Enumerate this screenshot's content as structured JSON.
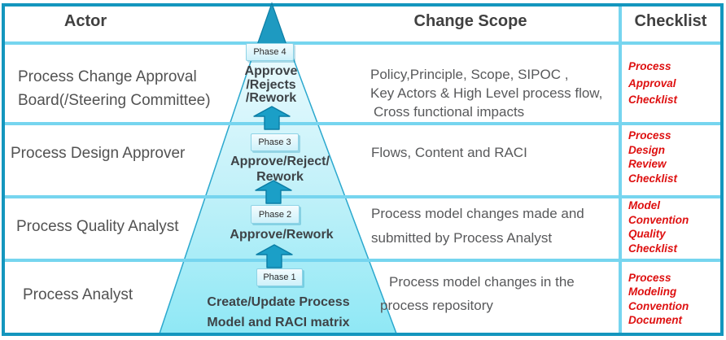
{
  "header": {
    "actor": "Actor",
    "change_scope": "Change Scope",
    "checklist": "Checklist"
  },
  "rows": [
    {
      "actor_lines": [
        "Process Change Approval",
        "Board(/Steering Committee)"
      ],
      "scope_lines": [
        "Policy,Principle,  Scope, SIPOC ,",
        "Key Actors & High Level process flow,",
        "Cross functional impacts"
      ],
      "checklist_lines": [
        "Process",
        "Approval",
        "Checklist"
      ]
    },
    {
      "actor_lines": [
        "Process Design Approver"
      ],
      "scope_lines": [
        "Flows, Content and RACI"
      ],
      "checklist_lines": [
        "Process",
        "Design",
        "Review",
        "Checklist"
      ]
    },
    {
      "actor_lines": [
        "Process Quality Analyst"
      ],
      "scope_lines": [
        "Process model changes made and",
        "submitted by Process Analyst"
      ],
      "checklist_lines": [
        "Model",
        "Convention",
        "Quality",
        "Checklist"
      ]
    },
    {
      "actor_lines": [
        "Process Analyst"
      ],
      "scope_lines": [
        "Process model changes in the",
        "process repository"
      ],
      "checklist_lines": [
        "Process",
        "Modeling",
        "Convention",
        "Document"
      ]
    }
  ],
  "pyramid": {
    "phases": [
      {
        "badge": "Phase 4",
        "action_lines": [
          "Approve",
          "/Rejects",
          "/Rework"
        ]
      },
      {
        "badge": "Phase 3",
        "action_lines": [
          "Approve/Reject/",
          "Rework"
        ]
      },
      {
        "badge": "Phase 2",
        "action_lines": [
          "Approve/Rework"
        ]
      },
      {
        "badge": "Phase 1",
        "action_lines": [
          "Create/Update Process",
          "Model and RACI matrix"
        ]
      }
    ]
  },
  "colors": {
    "frame": "#1496BE",
    "row_divider": "#76D5EF",
    "pyramid_fill_top": "#ECFBFE",
    "pyramid_fill_bottom": "#8FE8F5",
    "pyramid_stroke": "#2BA8CE",
    "apex_fill": "#1E9AC1",
    "arrow_fill": "#1B9FC7",
    "header_text": "#404040",
    "body_text": "#58595B",
    "checklist_text": "#DE1010"
  }
}
